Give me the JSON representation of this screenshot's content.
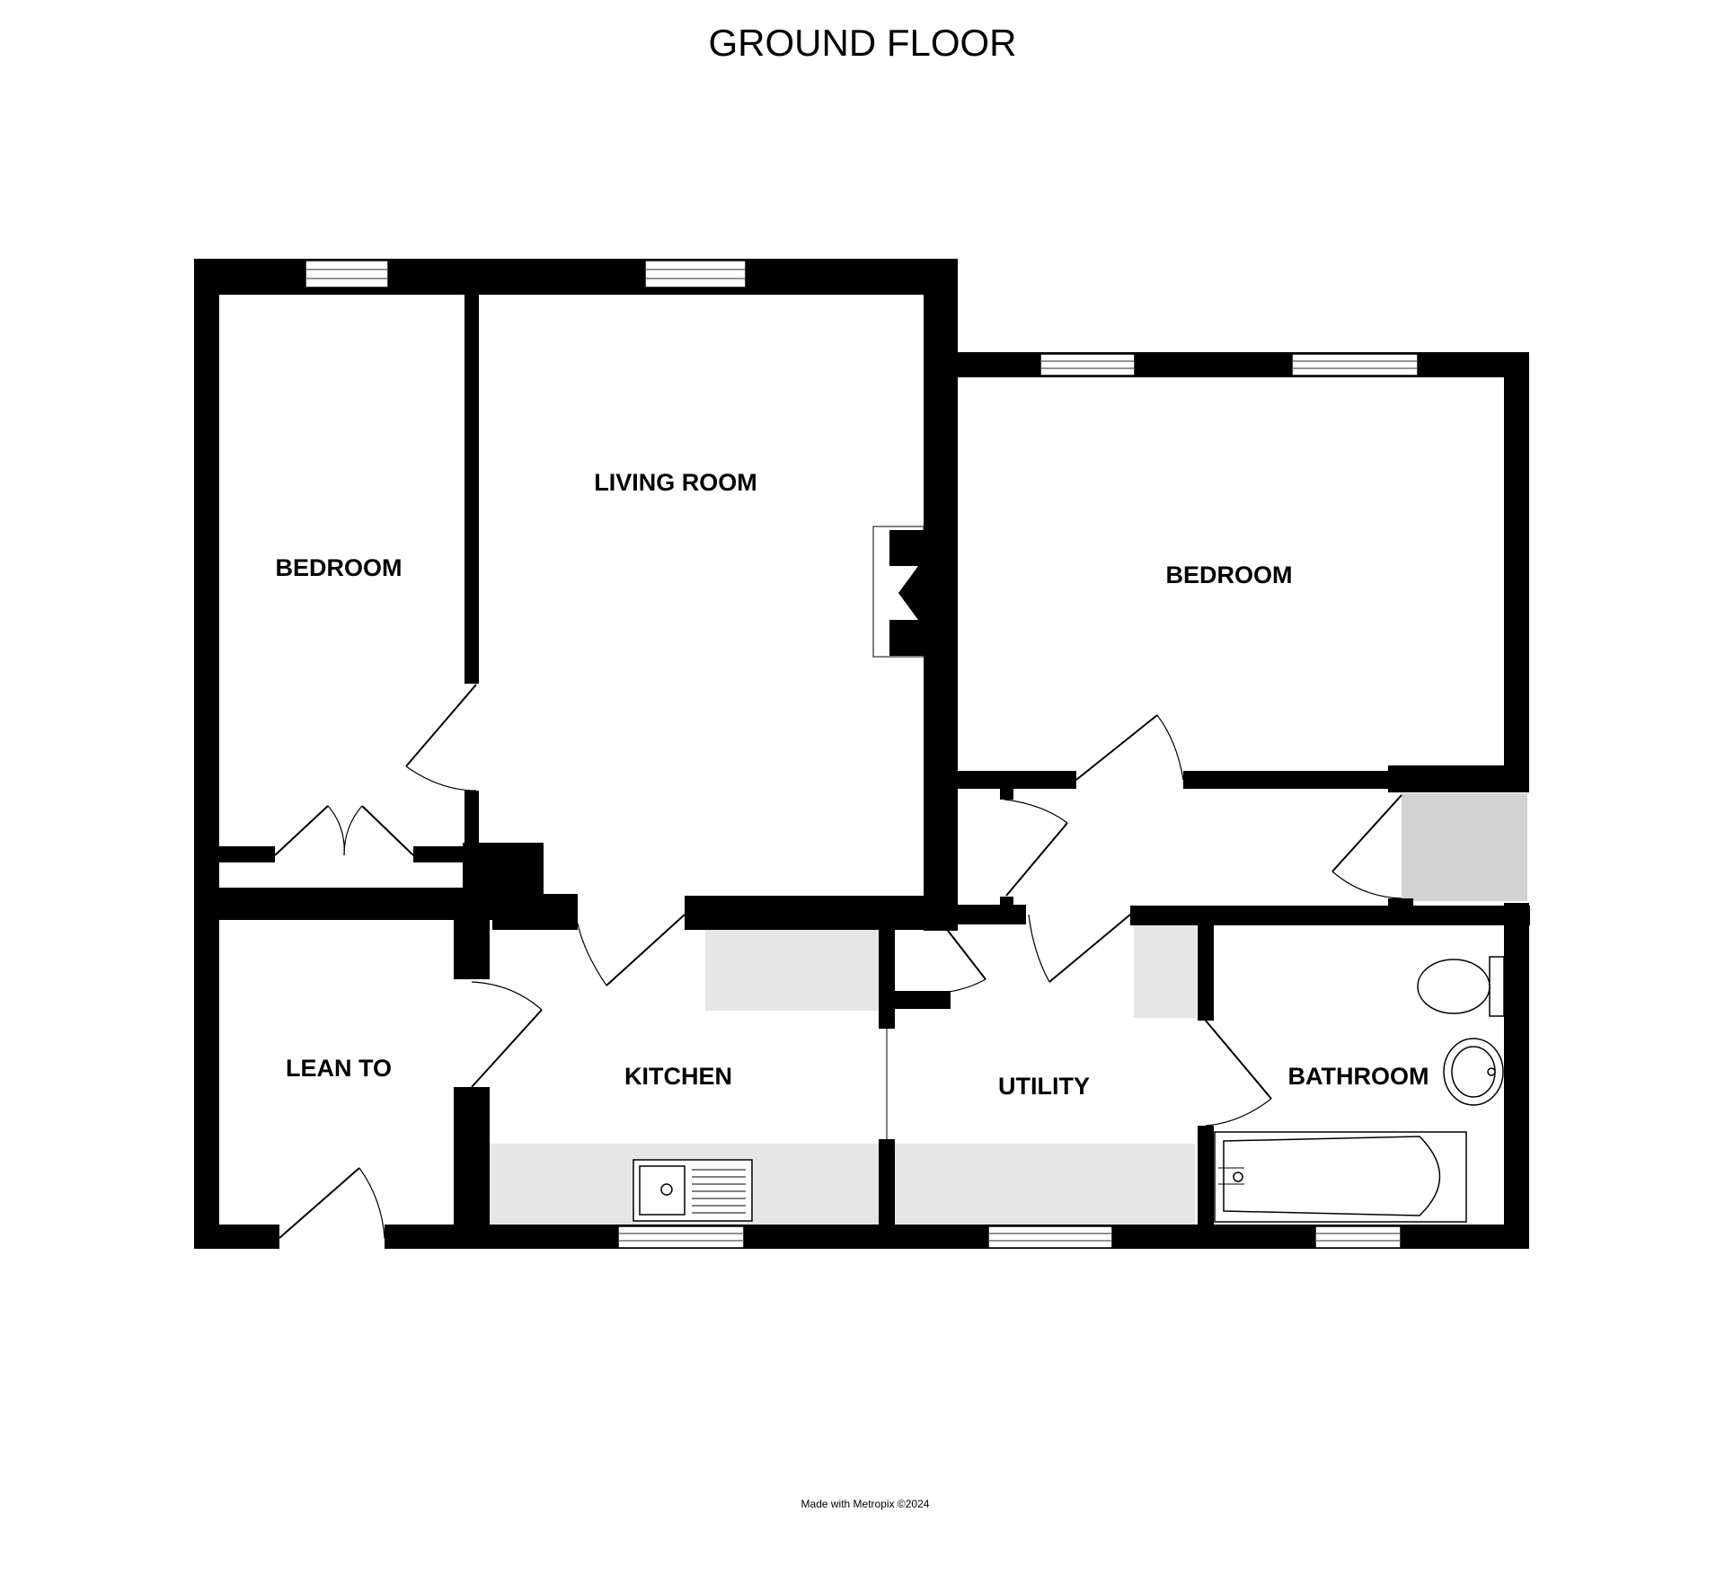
{
  "title": "GROUND FLOOR",
  "rooms": {
    "bedroom_left": "BEDROOM",
    "living_room": "LIVING ROOM",
    "bedroom_right": "BEDROOM",
    "lean_to": "LEAN TO",
    "kitchen": "KITCHEN",
    "utility": "UTILITY",
    "bathroom": "BATHROOM"
  },
  "credit": "Made with Metropix ©2024",
  "colors": {
    "wall": "#000000",
    "counter": "#e6e6e6",
    "cupboard": "#d3d3d3"
  }
}
